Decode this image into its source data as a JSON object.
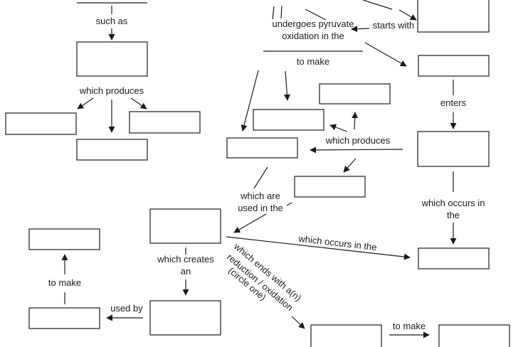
{
  "labels": {
    "such_as": "such as",
    "which_produces_left": "which produces",
    "undergoes_pyruvate": "undergoes pyruvate",
    "oxidation_in_the": "oxidation  in the",
    "starts_with": "starts with",
    "to_make_top": "to make",
    "enters": "enters",
    "which_produces_right": "which produces",
    "which_are": "which are",
    "used_in_the": "used in the",
    "which_occurs_in_right_1": "which occurs in",
    "which_occurs_in_right_2": "the",
    "which_occurs_in_the": "which occurs in the",
    "which_creates": "which creates",
    "an": "an",
    "to_make_left": "to make",
    "used_by": "used by",
    "ends_1": "which ends with a(n)",
    "ends_2": "reduction / oxidation",
    "ends_3": "(circle one)",
    "to_make_bottom": "to make"
  }
}
